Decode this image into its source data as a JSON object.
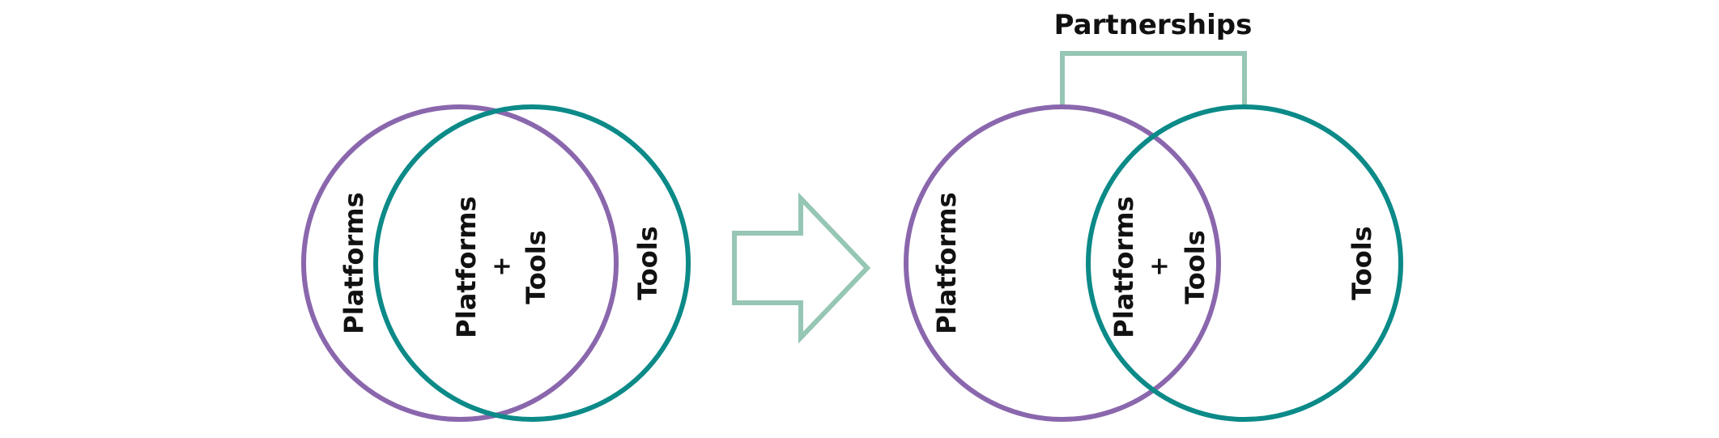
{
  "colors": {
    "platforms": "#8a67ad",
    "tools": "#0b8a88",
    "connector": "#96c6b4",
    "text": "#111111",
    "background": "#ffffff"
  },
  "before": {
    "platforms_label": "Platforms",
    "overlap_top": "Platforms",
    "overlap_plus": "+",
    "overlap_bottom": "Tools",
    "tools_label": "Tools"
  },
  "arrow": {
    "icon": "right-arrow-icon"
  },
  "after": {
    "bracket_label": "Partnerships",
    "platforms_label": "Platforms",
    "overlap_top": "Platforms",
    "overlap_plus": "+",
    "overlap_bottom": "Tools",
    "tools_label": "Tools"
  }
}
